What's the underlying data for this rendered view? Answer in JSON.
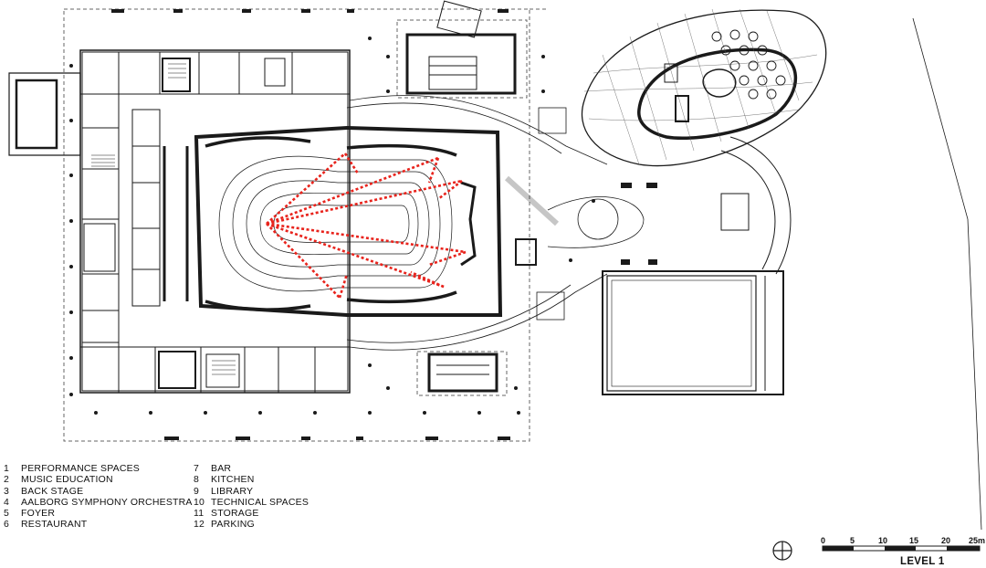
{
  "legend": [
    {
      "num": "1",
      "label": "PERFORMANCE SPACES"
    },
    {
      "num": "2",
      "label": "MUSIC EDUCATION"
    },
    {
      "num": "3",
      "label": "BACK STAGE"
    },
    {
      "num": "4",
      "label": "AALBORG SYMPHONY ORCHESTRA"
    },
    {
      "num": "5",
      "label": "FOYER"
    },
    {
      "num": "6",
      "label": "RESTAURANT"
    },
    {
      "num": "7",
      "label": "BAR"
    },
    {
      "num": "8",
      "label": "KITCHEN"
    },
    {
      "num": "9",
      "label": "LIBRARY"
    },
    {
      "num": "10",
      "label": "TECHNICAL SPACES"
    },
    {
      "num": "11",
      "label": "STORAGE"
    },
    {
      "num": "12",
      "label": "PARKING"
    }
  ],
  "scale_bar": {
    "ticks": [
      "0",
      "5",
      "10",
      "15",
      "20",
      "25m"
    ]
  },
  "level_label": "LEVEL 1",
  "colors": {
    "lines": "#1a1a1a",
    "acoustic_rays": "#e8231c",
    "background": "#ffffff"
  },
  "icons": {
    "north": "north-arrow-icon"
  }
}
